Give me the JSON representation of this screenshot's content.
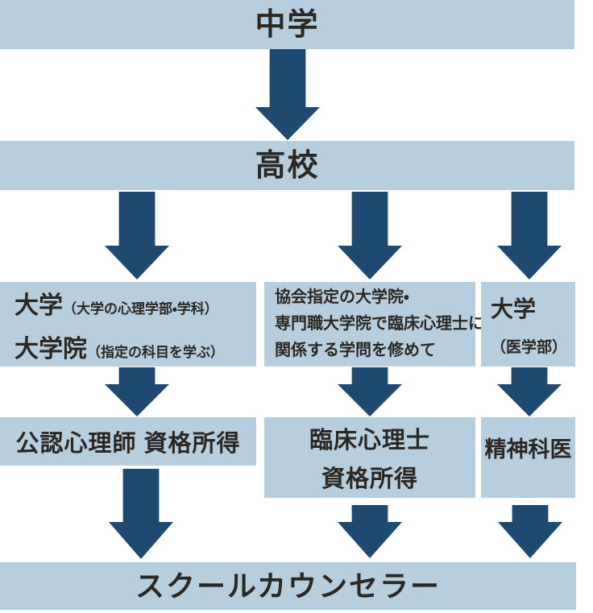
{
  "colors": {
    "box_bg": "#b7cede",
    "arrow": "#1e4970",
    "text": "#2b2823"
  },
  "flow": {
    "level1": {
      "label": "中学"
    },
    "level2": {
      "label": "高校"
    },
    "level3": {
      "left": {
        "line1_main": "大学",
        "line1_note": "（大学の心理学部・学科）",
        "line2_main": "大学院",
        "line2_note": "（指定の科目を学ぶ）"
      },
      "middle": {
        "lines": [
          "協会指定の大学院・",
          "専門職大学院で臨床心理士に",
          "関係する学問を修めて"
        ]
      },
      "right": {
        "main": "大学",
        "note": "（医学部）"
      }
    },
    "level4": {
      "left": {
        "label": "公認心理師 資格所得"
      },
      "middle": {
        "line1": "臨床心理士",
        "line2": "資格所得"
      },
      "right": {
        "label": "精神科医"
      }
    },
    "level5": {
      "label": "スクールカウンセラー"
    }
  }
}
